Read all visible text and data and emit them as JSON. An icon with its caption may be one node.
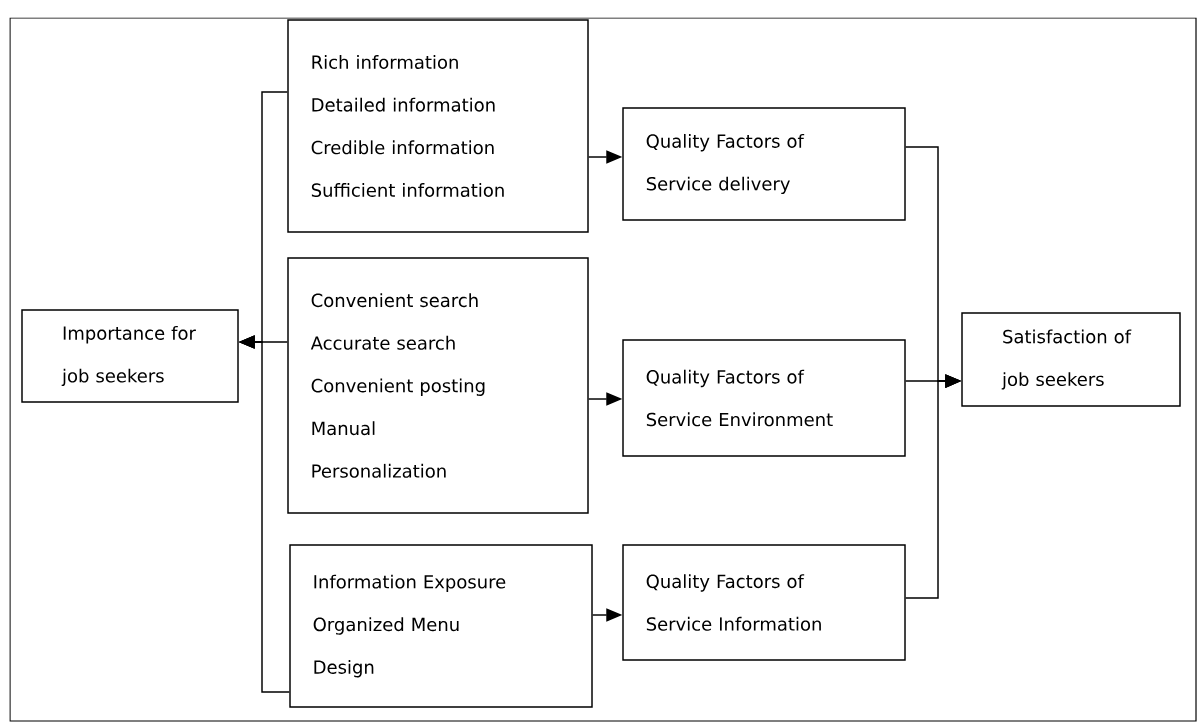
{
  "diagram": {
    "nodes": [
      {
        "text": [
          "Importance for job seekers"
        ]
      },
      {
        "text": [
          "Rich information",
          "Detailed information",
          "Credible information",
          "Sufficient information"
        ]
      },
      {
        "text": [
          "Convenient search",
          "Accurate search",
          "Convenient posting",
          "Manual",
          "Personalization"
        ]
      },
      {
        "text": [
          "Information Exposure",
          "Organized Menu",
          "Design"
        ]
      },
      {
        "text": [
          "Quality Factors of",
          "Service delivery"
        ]
      },
      {
        "text": [
          "Quality Factors of",
          "Service Environment"
        ]
      },
      {
        "text": [
          "Quality Factors of",
          "Service Information"
        ]
      },
      {
        "text": [
          "Satisfaction of job seekers"
        ]
      }
    ],
    "edges": [
      {
        "from": 1,
        "to": 4,
        "arrow": "to"
      },
      {
        "from": 2,
        "to": 5,
        "arrow": "to"
      },
      {
        "from": 3,
        "to": 6,
        "arrow": "to"
      },
      {
        "from": 1,
        "to": 0,
        "arrow": "to"
      },
      {
        "from": 2,
        "to": 0,
        "arrow": "to"
      },
      {
        "from": 3,
        "to": 0,
        "arrow": "to"
      },
      {
        "from": 4,
        "to": 7,
        "arrow": "to"
      },
      {
        "from": 5,
        "to": 7,
        "arrow": "to"
      },
      {
        "from": 6,
        "to": 7,
        "arrow": "to"
      }
    ]
  }
}
